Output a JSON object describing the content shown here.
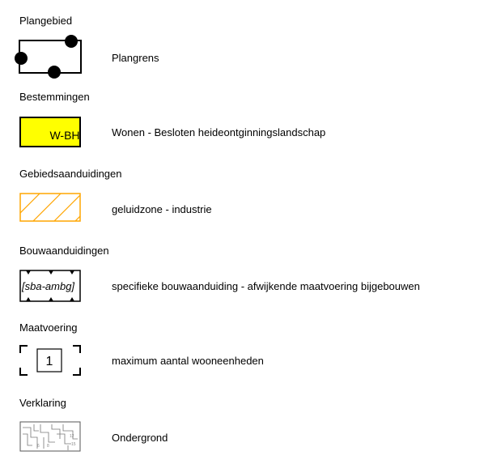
{
  "legend": {
    "sections": [
      {
        "heading": "Plangebied",
        "label": "Plangrens",
        "symbol": "plan-boundary-icon"
      },
      {
        "heading": "Bestemmingen",
        "label": "Wonen - Besloten heideontginningslandschap",
        "symbol": "zoning-area-icon",
        "code": "W-BH",
        "fill": "#ffff00"
      },
      {
        "heading": "Gebiedsaanduidingen",
        "label": "geluidzone - industrie",
        "symbol": "hatched-area-icon",
        "color": "#ffa500"
      },
      {
        "heading": "Bouwaanduidingen",
        "label": "specifieke bouwaanduiding - afwijkende maatvoering bijgebouwen",
        "symbol": "building-designation-icon",
        "code": "[sba-ambg]"
      },
      {
        "heading": "Maatvoering",
        "label": "maximum aantal wooneenheden",
        "symbol": "dimension-box-icon",
        "value": "1"
      },
      {
        "heading": "Verklaring",
        "label": "Ondergrond",
        "symbol": "cadastral-map-icon"
      }
    ]
  }
}
